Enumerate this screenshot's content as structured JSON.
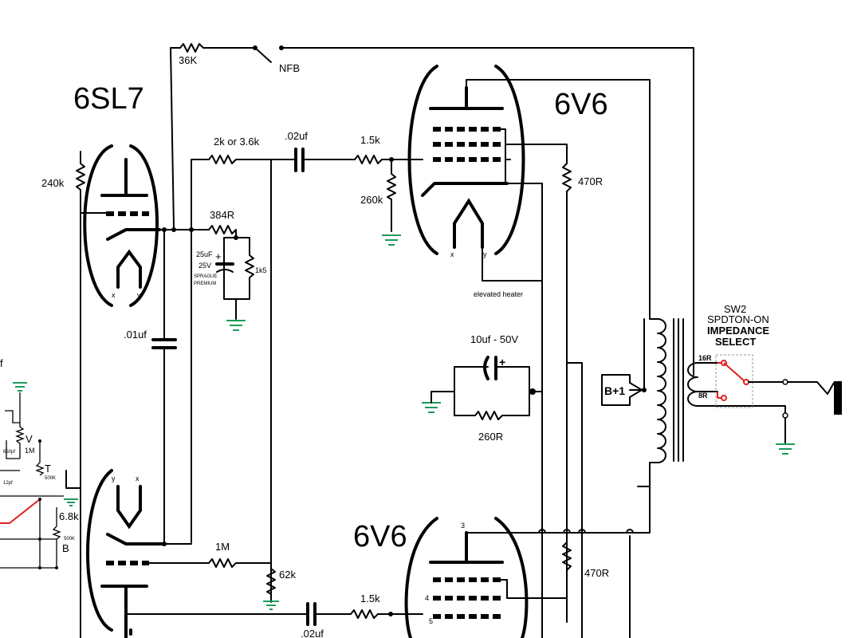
{
  "tubes": {
    "preamp": "6SL7",
    "power_top": "6V6",
    "power_bottom": "6V6",
    "pin_x": "x",
    "pin_y": "y"
  },
  "resistors": {
    "nfb": "36K",
    "plate_load": "240k",
    "coupling_top": "2k or 3.6k",
    "cathode_top": "384R",
    "cathode_bypass": "1k5",
    "grid_stop_top": "1.5k",
    "grid_leak_top": "260k",
    "screen_top": "470R",
    "bias_260": "260R",
    "mid_1m": "1M",
    "grid_62k": "62k",
    "grid_stop_bottom": "1.5k",
    "screen_bottom": "470R",
    "tone_68k": "6.8k"
  },
  "capacitors": {
    "coupling_top": ".02uf",
    "cathode_cap_value": "25uF",
    "cathode_cap_voltage": "25V",
    "cathode_cap_brand_1": "SPRAGUE",
    "cathode_cap_brand_2": "PREMIUM",
    "interstage": ".01uf",
    "bias_cap": "10uf - 50V",
    "coupling_bottom": ".02uf"
  },
  "labels": {
    "nfb": "NFB",
    "elevated_heater": "elevated heater",
    "b_plus": "B+1",
    "switch_name": "SW2",
    "switch_type": "SPDTON-ON",
    "switch_purpose_1": "IMPEDANCE",
    "switch_purpose_2": "SELECT",
    "tap_16": "16R",
    "tap_8": "8R"
  },
  "tone_stack": {
    "partial_label": "f",
    "v_label": "V",
    "v_value": "1M",
    "t_label": "T",
    "t_value": "500K",
    "b_label": "B",
    "b_value": "500K",
    "cap_a": "650pf",
    "cap_b": "12pf"
  },
  "pin_numbers": {
    "p3": "3",
    "p4": "4",
    "p5": "5"
  },
  "colors": {
    "wire": "#000000",
    "ground": "#1a9b5a",
    "switch": "#e02020"
  }
}
